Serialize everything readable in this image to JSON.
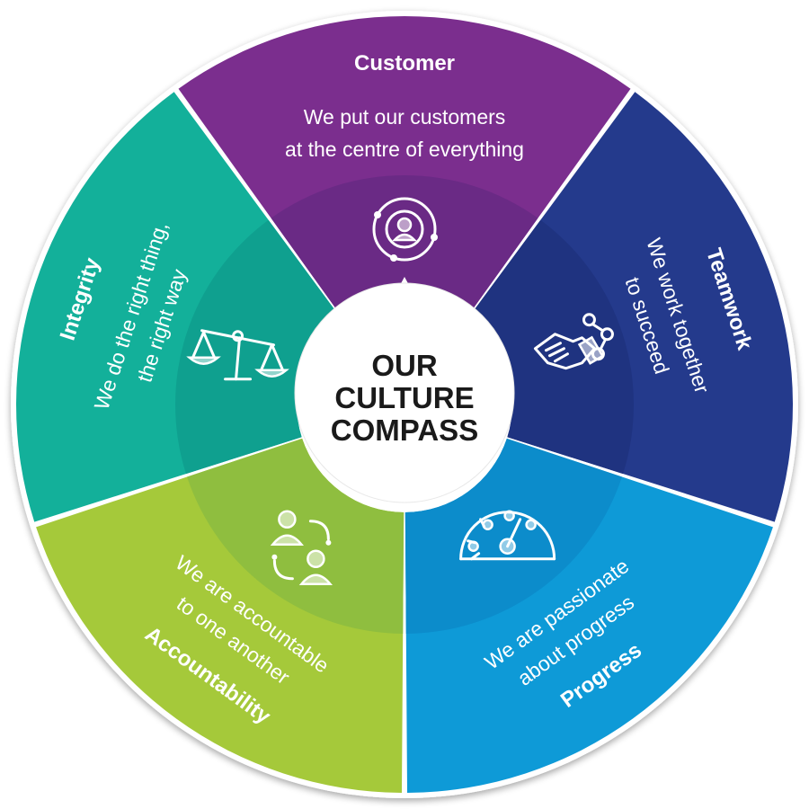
{
  "center": {
    "lines": [
      "OUR",
      "CULTURE",
      "COMPASS"
    ]
  },
  "segments": [
    {
      "key": "customer",
      "title": "Customer",
      "description": [
        "We put our customers",
        "at the centre of everything"
      ],
      "color": "#7B2E8E",
      "inner_color": "#6A2A85",
      "icon": "customer-orbit-icon"
    },
    {
      "key": "teamwork",
      "title": "Teamwork",
      "description": [
        "We work together",
        "to succeed"
      ],
      "color": "#243A8C",
      "inner_color": "#1F3380",
      "icon": "handshake-icon"
    },
    {
      "key": "progress",
      "title": "Progress",
      "description": [
        "We are passionate",
        "about progress"
      ],
      "color": "#0E9AD7",
      "inner_color": "#0C8CCB",
      "icon": "speedometer-icon"
    },
    {
      "key": "accountability",
      "title": "Accountability",
      "description": [
        "We are accountable",
        "to one another"
      ],
      "color": "#A5C93A",
      "inner_color": "#8FBE3F",
      "icon": "people-exchange-icon"
    },
    {
      "key": "integrity",
      "title": "Integrity",
      "description": [
        "We do the right thing,",
        "the right way"
      ],
      "color": "#13B09A",
      "inner_color": "#0FA08F",
      "icon": "scales-icon"
    }
  ]
}
